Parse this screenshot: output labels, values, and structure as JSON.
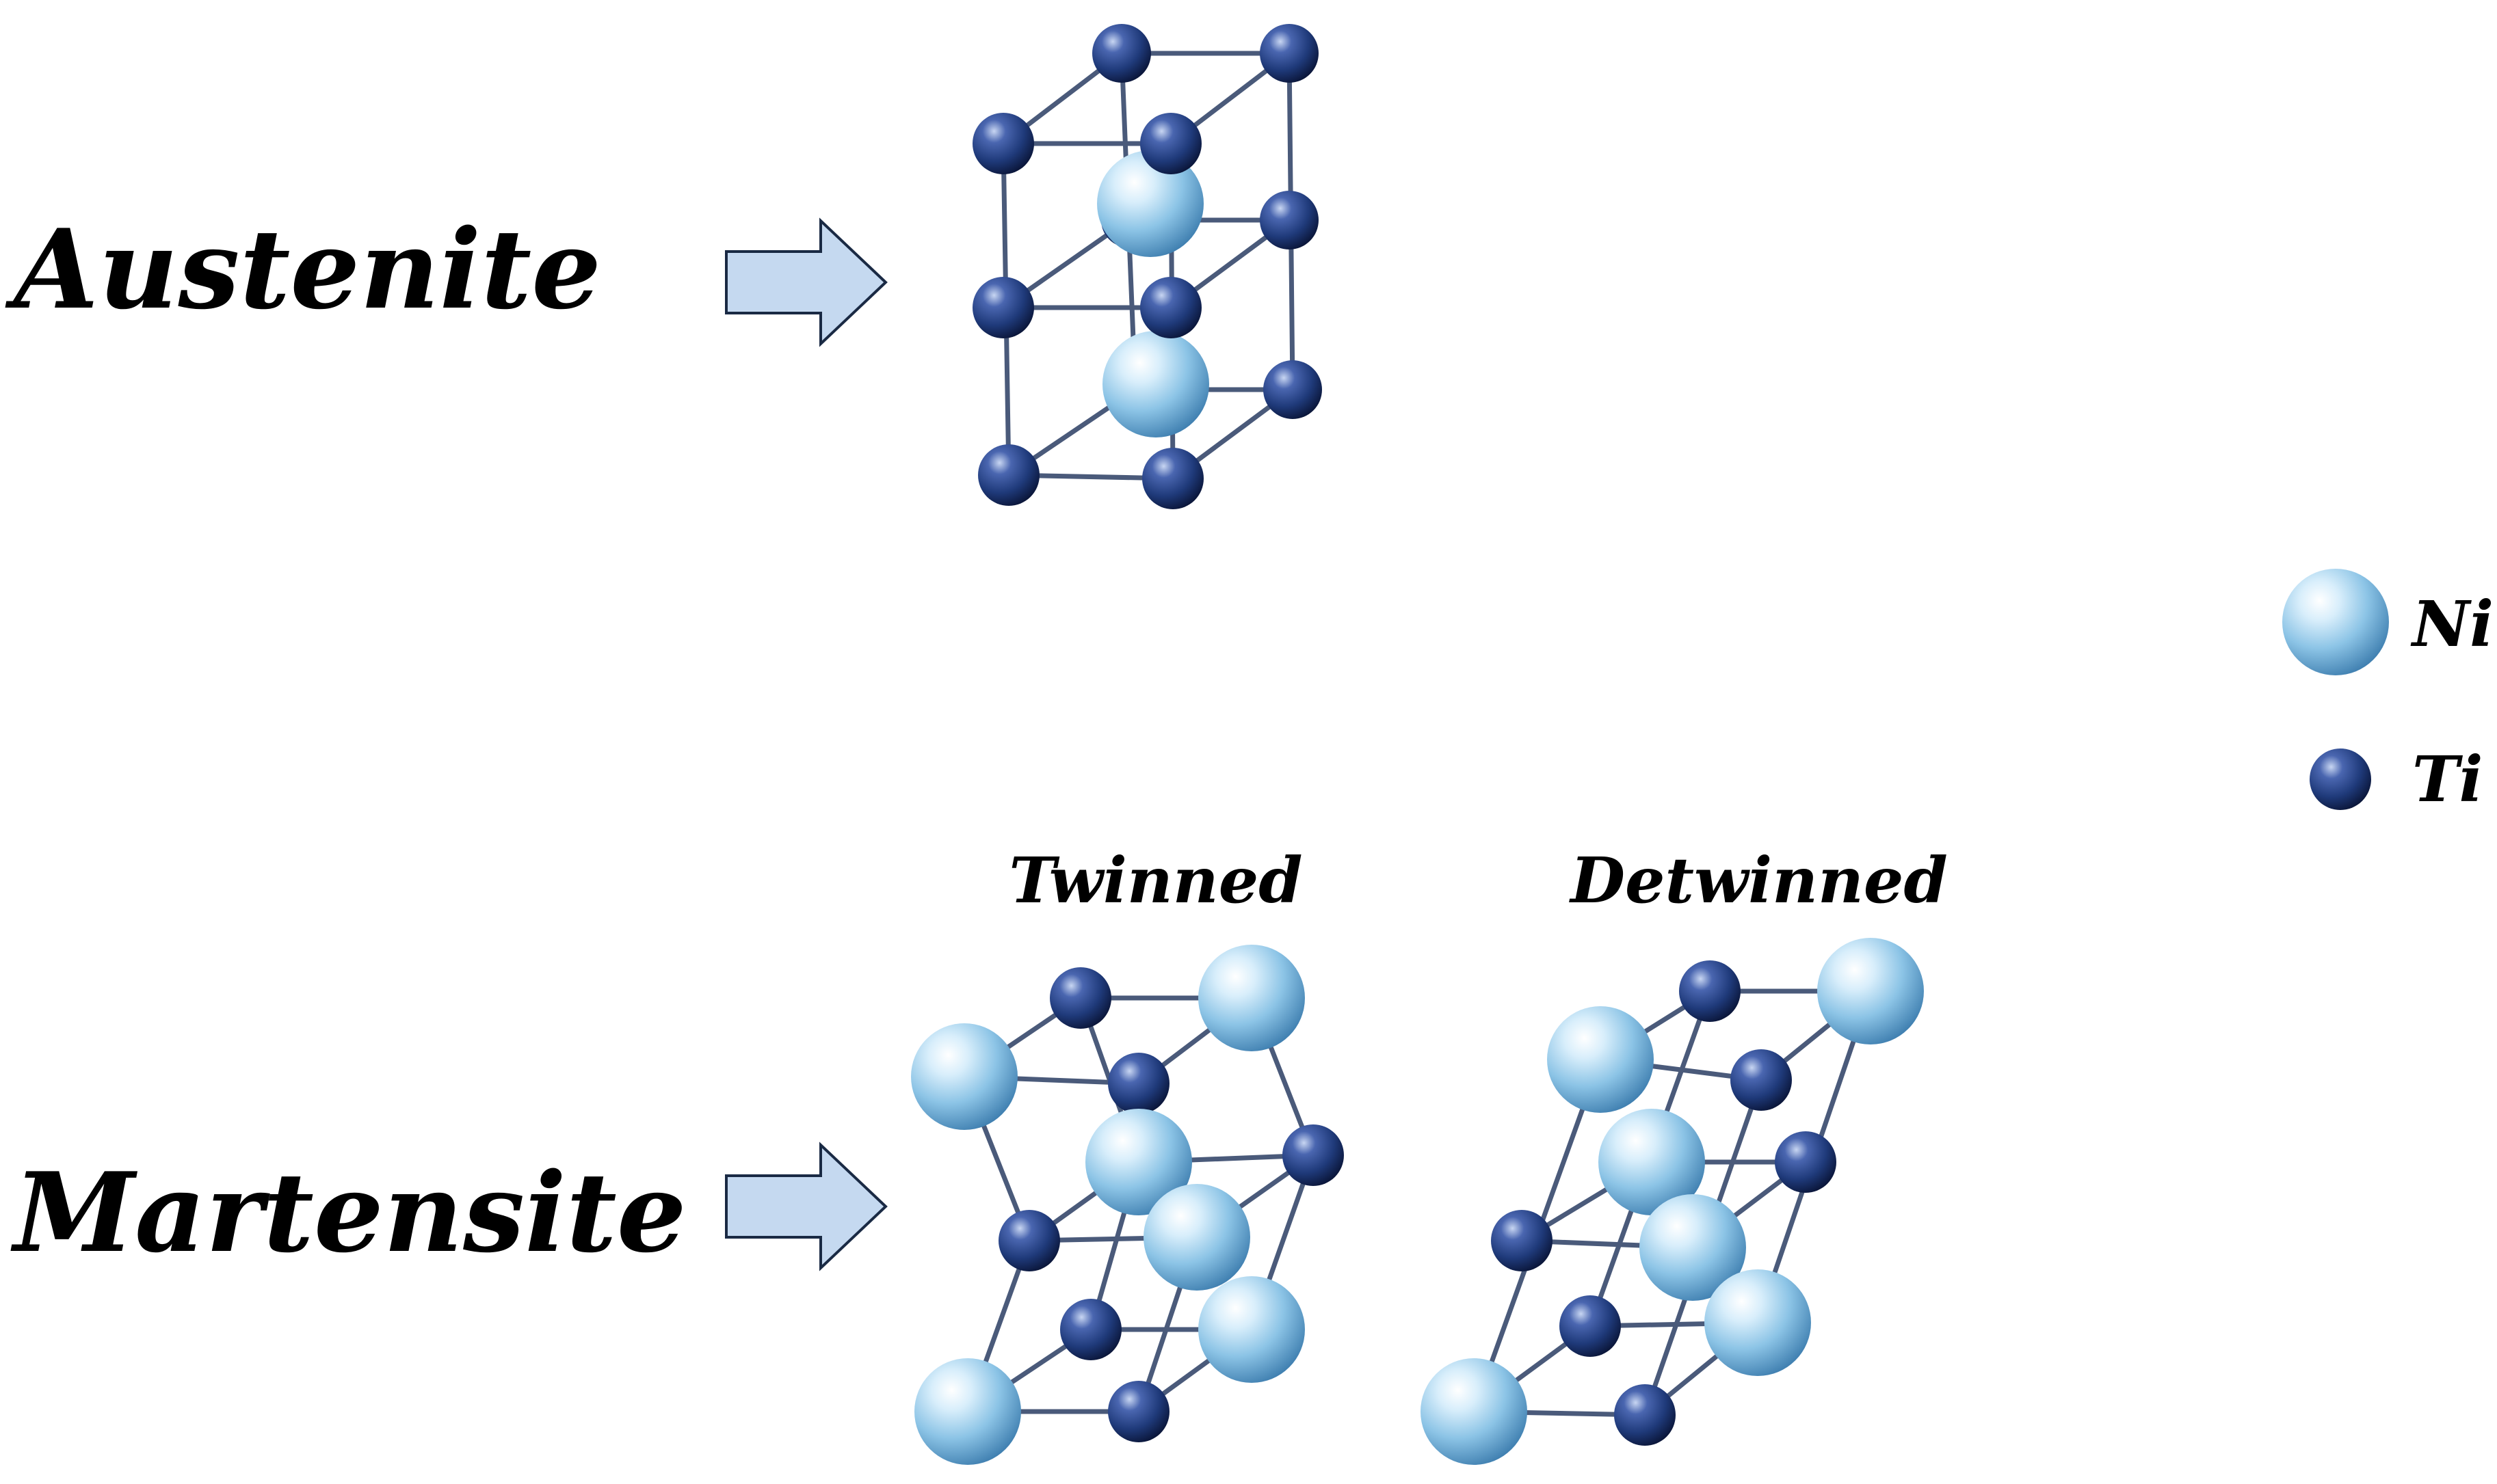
{
  "phases": {
    "austenite": "Austenite",
    "martensite": "Martensite"
  },
  "martensite_variants": {
    "twinned": "Twinned",
    "detwinned": "Detwinned"
  },
  "legend": {
    "ni": "Ni",
    "ti": "Ti"
  },
  "colors": {
    "ni_atom": "#8cc4e6",
    "ti_atom": "#1f3a7a",
    "bond": "#4a5a7a",
    "arrow_fill": "#c5d9f0",
    "arrow_stroke": "#1a2a44"
  },
  "icons": {
    "arrow": "right-arrow-icon",
    "ni_atom": "ni-atom-icon",
    "ti_atom": "ti-atom-icon"
  }
}
